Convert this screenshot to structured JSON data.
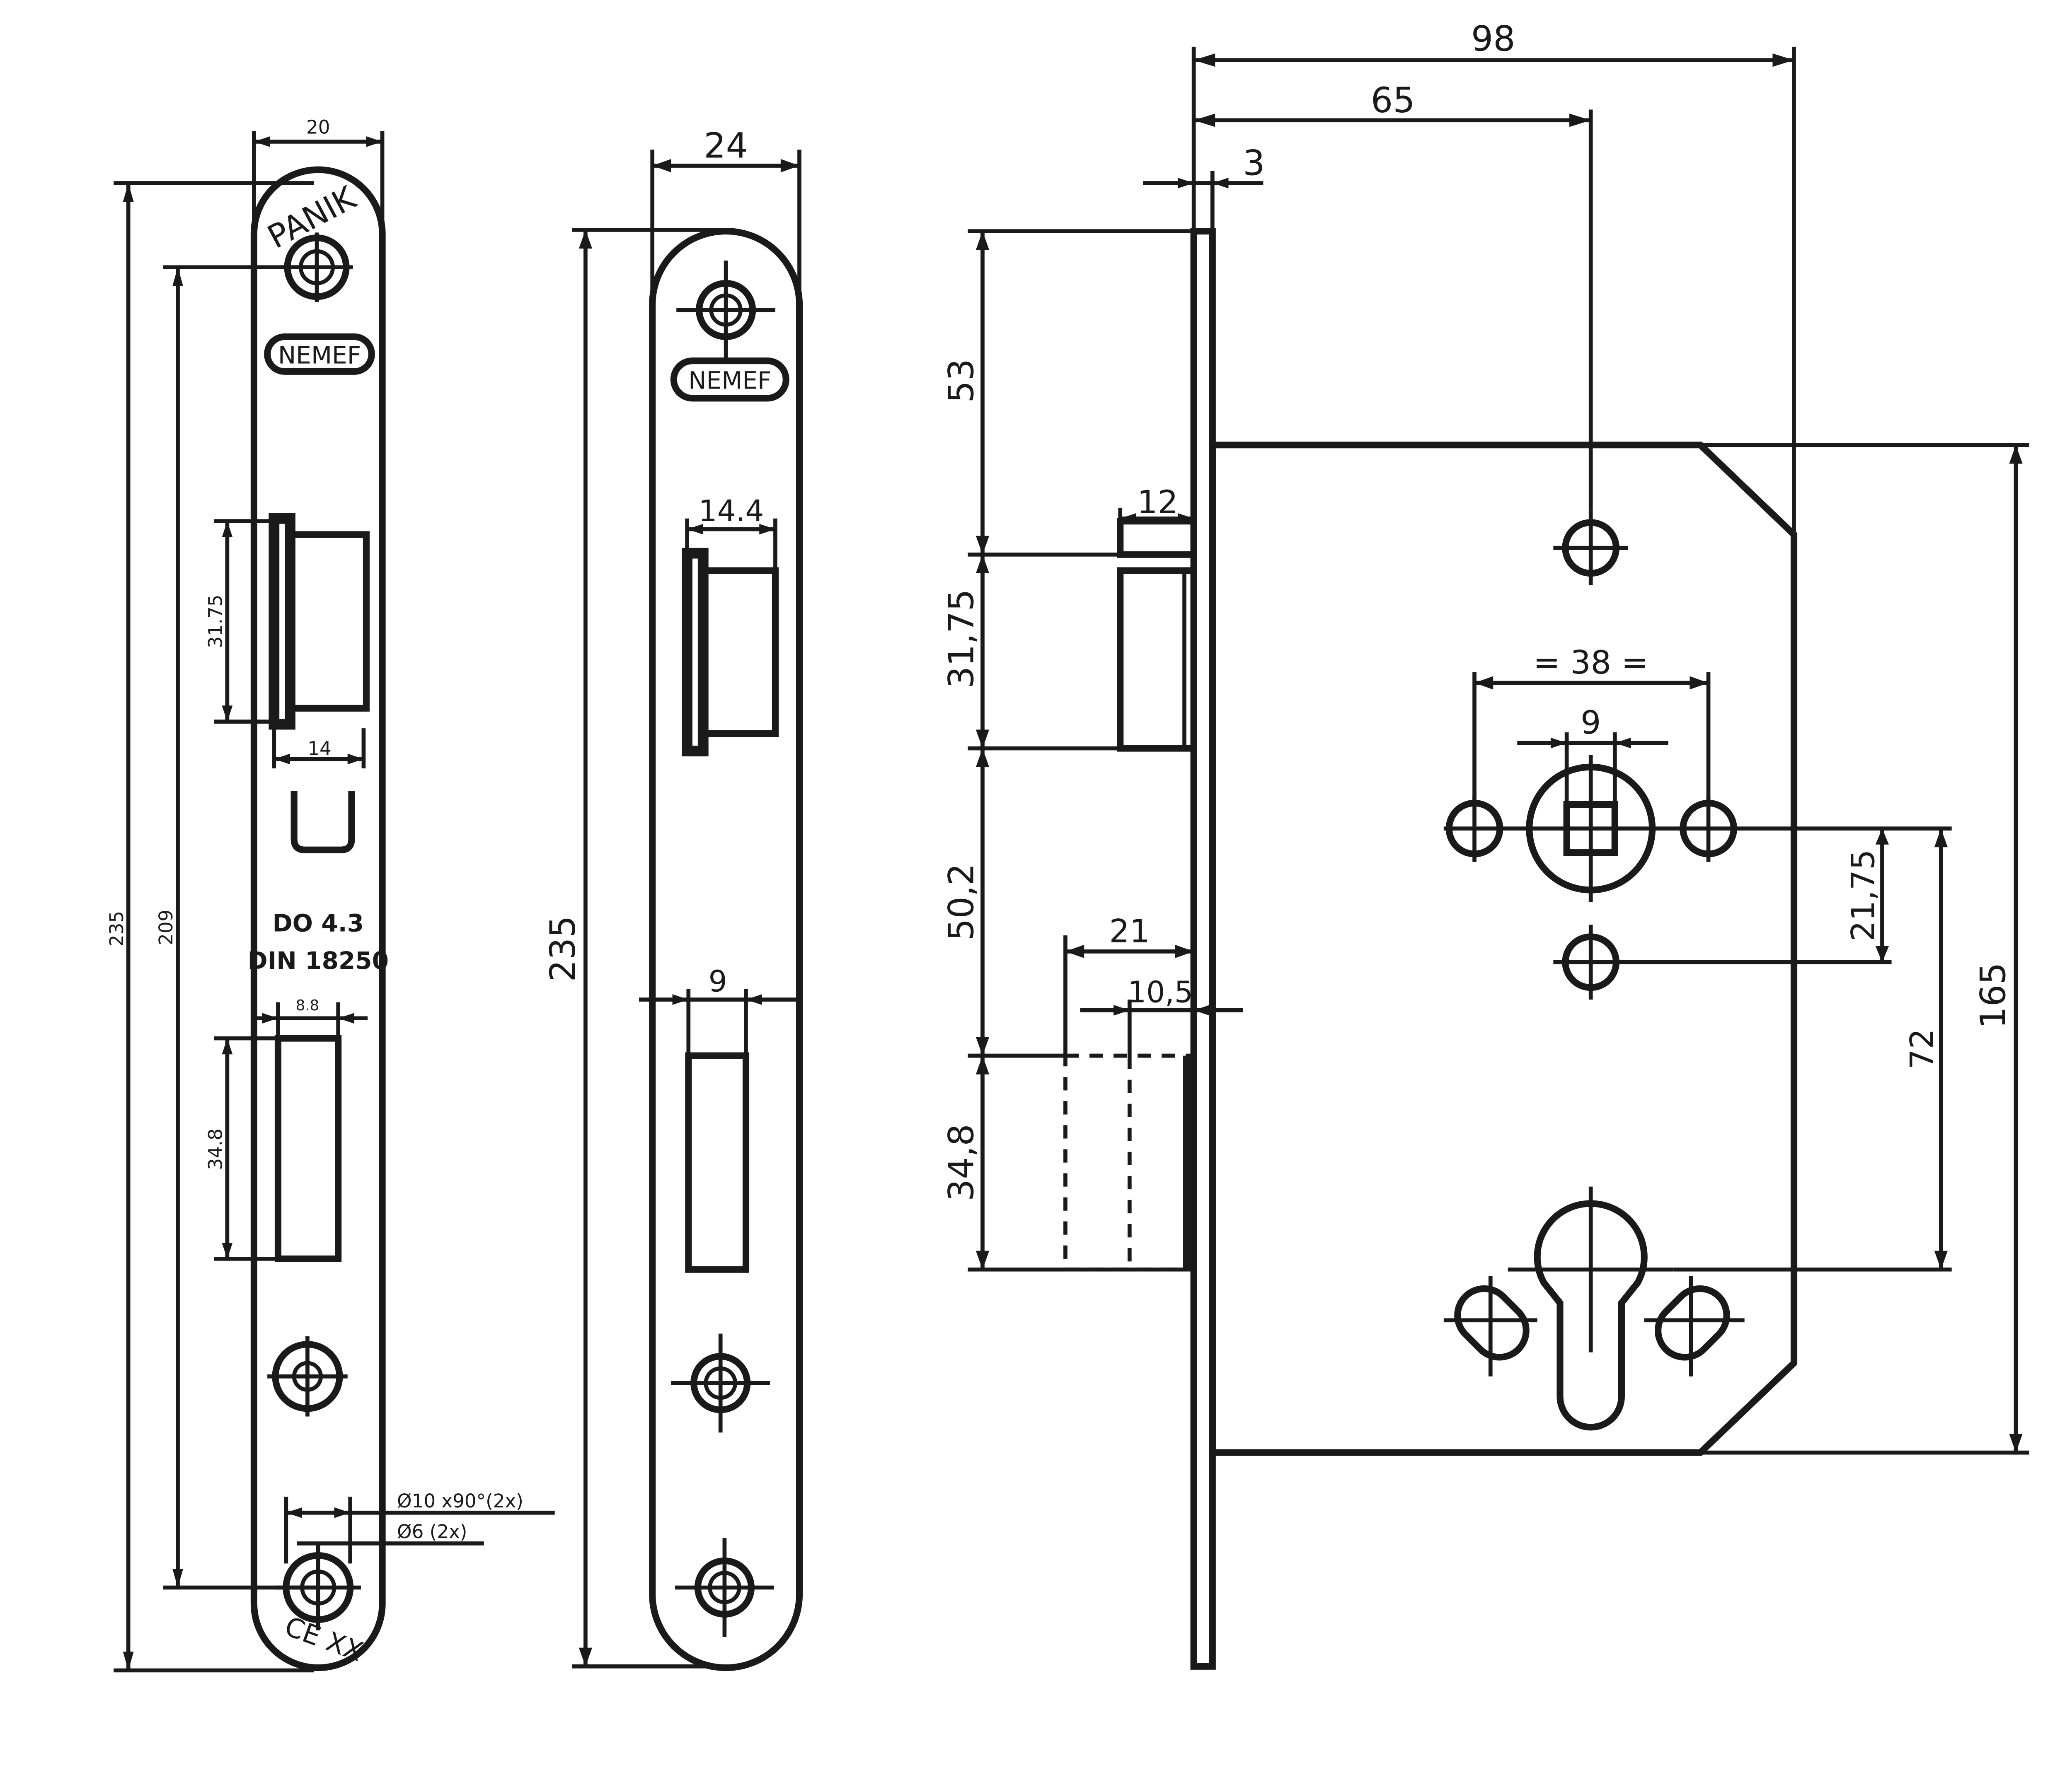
{
  "faceplate_left": {
    "brand": "NEMEF",
    "stamp_top": "PANIK",
    "stamp_bottom": "CE XX",
    "standard_line1": "DO 4.3",
    "standard_line2": "DIN 18250",
    "dim_width": "20",
    "dim_height": "235",
    "dim_screw_spacing": "209",
    "dim_latch_height": "31.75",
    "dim_latch_width": "14",
    "dim_bolt_width": "8.8",
    "dim_bolt_height": "34.8",
    "note_countersink": "Ø10 x90°(2x)",
    "note_hole": "Ø6 (2x)"
  },
  "faceplate_mid": {
    "brand": "NEMEF",
    "dim_width": "24",
    "dim_height": "235",
    "dim_latch_width": "14.4",
    "dim_bolt_width": "9"
  },
  "lock_body": {
    "dim_total_depth": "98",
    "dim_backset_65": "65",
    "dim_plate_thickness": "3",
    "dim_top_offset": "53",
    "dim_latch_projection": "12",
    "dim_latch_height": "31,75",
    "dim_gap": "50,2",
    "dim_bolt_throw": "21",
    "dim_bolt_half": "10,5",
    "dim_bolt_height": "34,8",
    "dim_spindle_holes": "= 38 =",
    "dim_spindle": "9",
    "dim_lower_hole": "21,75",
    "dim_center_distance": "72",
    "dim_case_height": "165"
  }
}
